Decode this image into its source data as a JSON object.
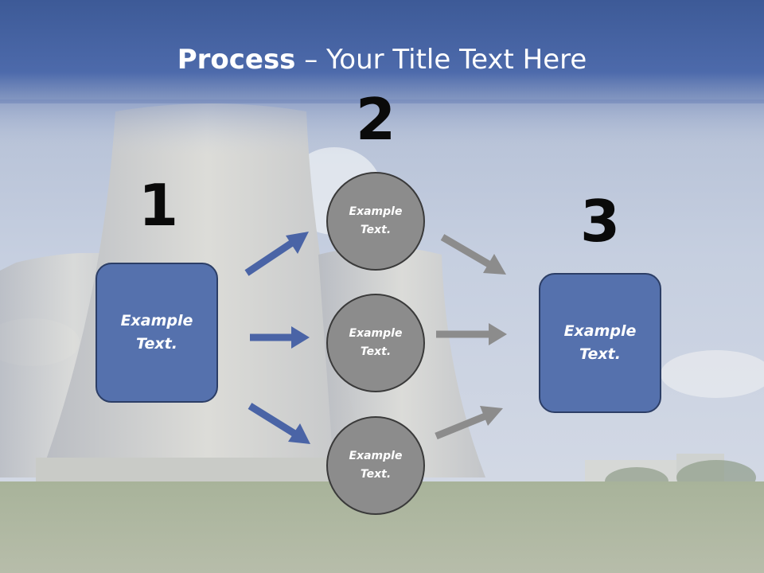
{
  "slide": {
    "title_bold": "Process",
    "title_rest": " – Your Title Text Here"
  },
  "steps": [
    {
      "number": "1",
      "box_text": "Example\nText."
    },
    {
      "number": "2",
      "circles": [
        "Example\nText.",
        "Example\nText.",
        "Example\nText."
      ]
    },
    {
      "number": "3",
      "box_text": "Example\nText."
    }
  ],
  "colors": {
    "header_blue": "#4a68a8",
    "box_fill": "#5571ad",
    "box_border": "#2c3e66",
    "circle_fill": "#8c8c8c",
    "arrow_blue": "#4a64a6",
    "arrow_gray": "#8c8c8c",
    "number_color": "#0a0a0a"
  },
  "icons": {
    "arrows_in": "arrow-right-icon",
    "arrows_out": "arrow-right-icon"
  }
}
